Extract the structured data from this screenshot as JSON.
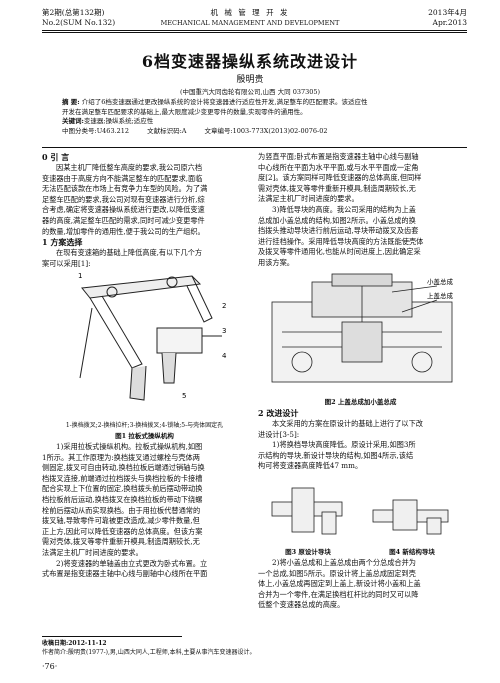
{
  "header": {
    "issue": "第2期(总第132期)",
    "issue_en": "No.2(SUM No.132)",
    "journal": "机 械 管 理 开 发",
    "journal_en": "MECHANICAL  MANAGEMENT  AND  DEVELOPMENT",
    "date": "2013年4月",
    "date_en": "Apr.2013"
  },
  "title": "6档变速器操纵系统改进设计",
  "author": "殷明贵",
  "affiliation": "(中国重汽大同齿轮有限公司,山西 大同 037305)",
  "abstract_label": "摘 要:",
  "abstract": [
    "介绍了6档变速器通过更改操纵系统的设计将变速器进行适应性开发,满足整车的匹配要求。该适应性",
    "开发在满足整车匹配要求的基础上,最大限度减少变更零件的数量,实现零件的通用性。"
  ],
  "keywords_label": "关键词:",
  "keywords": "变速器;操纵系统;适应性",
  "classification": "中图分类号:U463.212",
  "doc_code": "文献标识码:A",
  "article_no": "文章编号:1003-773X(2013)02-0076-02",
  "sec0_title": "0  引 言",
  "sec0_text": [
    "因某主机厂降低整车高度的要求,我公司原六档",
    "变速器由于高度方向不能满足整车的匹配要求,面临",
    "无法匹配该款在市场上有竞争力车型的风险。为了满",
    "足整车匹配的要求,我公司对现有变速器进行分析,综",
    "合考虑,确定将变速器操纵系统进行更改,以降低变速",
    "器的高度,满足整车匹配的需求,同时可减少变更零件",
    "的数量,增加零件的通用性,便于我公司的生产组织。"
  ],
  "sec1_title": "1  方案选择",
  "sec1_text": [
    "在现有变速箱的基础上降低高度,有以下几个方",
    "案可以采用[1]:"
  ],
  "fig1": {
    "labels": [
      "1",
      "2",
      "3",
      "4",
      "5"
    ],
    "legend": "1-换档拨叉;2-换档拉杆;3-换档拨叉;4-锁轴;5-与壳体固定孔",
    "caption": "图1  拉板式操纵机构"
  },
  "left_tail": [
    "1)采用拉板式操纵机构。拉板式操纵机构,如图",
    "1所示。其工作原理为:换档拨叉通过螺栓与壳体两",
    "侧固定,拨叉可自由转动,换档拉板后端通过销轴与换",
    "档拨叉连接,前端通过拉档拨头与换档拉板的卡接槽",
    "配合实现上下位置的固定,换档拨头前后摆动带动换",
    "档拉板前后运动,换档拨叉在换档拉板的带动下绕螺",
    "栓前后摆动从而实现换档。由于用拉板代替通常的",
    "拨叉轴,导致零件可靠被更改造成,减少零件数量,但",
    "正上方,因此可以降低变速器的总体高度。但该方案",
    "需对壳体,拨叉等零件重新开模具,制造周期较长,无",
    "法满足主机厂时间进度的要求。",
    "2)将变速器的单轴盖由立式更改为卧式布置。立",
    "式布置是指变速器主轴中心线与副轴中心线所在平面"
  ],
  "right_top": [
    "为竖直平面;卧式布置是指变速器主轴中心线与副轴",
    "中心线所在平面为水平平面,或与水平平面成一定角",
    "度[2]。该方案同样可降低变速器的总体高度,但同样",
    "需对壳体,拨叉等零件重新开模具,制造周期较长,无",
    "法满足主机厂时间进度的要求。",
    "3)降低导块的高度。我公司采用的结构为上盖",
    "总成加小盖总成的结构,如图2所示。小盖总成的换",
    "挡拨头推动导块进行前后运动,导块带动拨叉及齿套",
    "进行挂档操作。采用降低导块高度的方法既能使壳体",
    "及拨叉等零件通用化,也能从时间进度上,因此确定采",
    "用该方案。"
  ],
  "fig2": {
    "label_top": "小盖总成",
    "label_bottom": "上盖总成",
    "caption": "图2  上盖总成加小盖总成"
  },
  "sec2_title": "2  改进设计",
  "sec2_text": [
    "本文采用的方案在原设计的基础上进行了以下改",
    "进设计[3-5]:",
    "1)将换档导块高度降低。原设计采用,如图3所",
    "示结构的导块,新设计导块的结构,如图4所示,该结",
    "构可将变速器高度降低47 mm。"
  ],
  "fig3_caption": "图3  原设计导块",
  "fig4_caption": "图4  新结构导块",
  "right_tail": [
    "2)将小盖总成和上盖总成由两个分总成合并为",
    "一个总成,如图5所示。原设计将上盖总成固定到壳",
    "体上,小盖总成再固定到上盖上,新设计将小盖和上盖",
    "合并为一个零件,在满足换档杠杆比的同时又可以降",
    "低整个变速器总成的高度。"
  ],
  "footer": {
    "received": "收稿日期:2012-11-12",
    "author_info": "作者简介:殷明贵(1977-),男,山西大同人,工程师,本科,主要从事汽车变速器设计。",
    "page": "·76·"
  }
}
